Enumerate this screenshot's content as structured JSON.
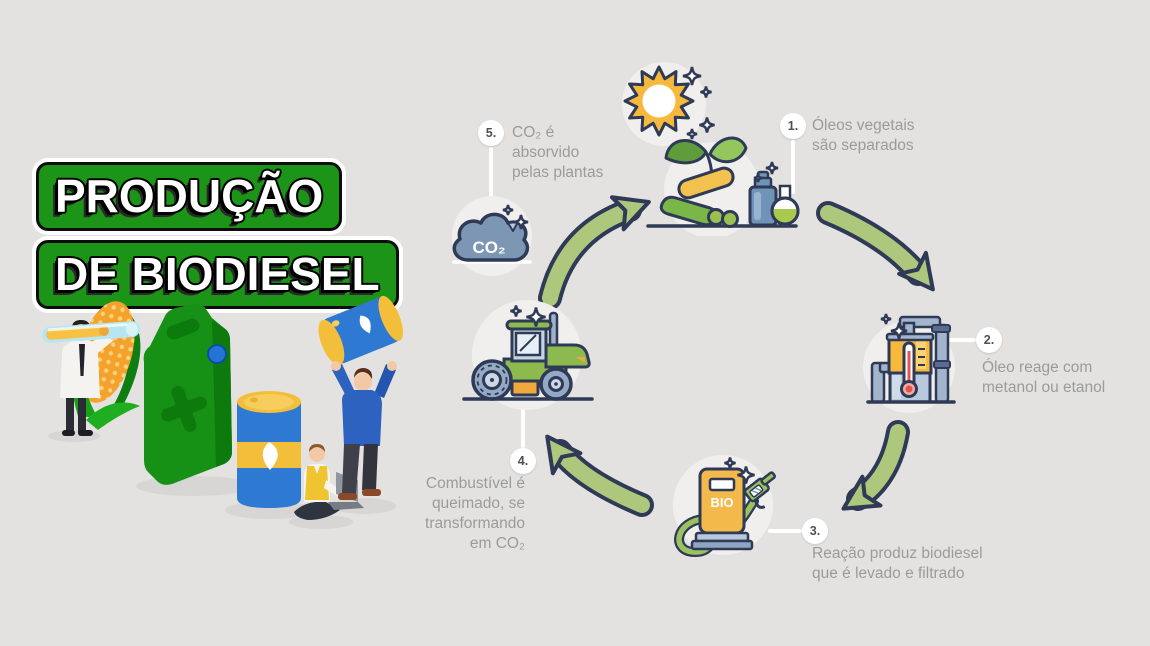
{
  "infographic": {
    "title_line1": "PRODUÇÃO",
    "title_line2": "DE BIODIESEL",
    "steps": [
      {
        "number": "1.",
        "text": "Óleos vegetais\nsão separados",
        "icon": "soybean-oils-icon"
      },
      {
        "number": "2.",
        "text": "Óleo reage com\nmetanol ou etanol",
        "icon": "reactor-vessel-icon"
      },
      {
        "number": "3.",
        "text": "Reação produz biodiesel\nque é levado e filtrado",
        "icon": "bio-fuel-pump-icon"
      },
      {
        "number": "4.",
        "text": "Combustível é\nqueimado, se\ntransformando\nem CO₂",
        "icon": "tractor-icon"
      },
      {
        "number": "5.",
        "text": "CO₂ é\nabsorvido\npelas plantas",
        "icon": "co2-cloud-icon"
      }
    ],
    "icon_labels": {
      "fuel_pump": "BIO",
      "co2_cloud": "CO₂"
    },
    "colors": {
      "background": "#e3e2e1",
      "banner_green": "#1b9417",
      "arrow_green": "#adc87c",
      "outline_navy": "#2e3a56",
      "step_text_gray": "#9b9b9b",
      "accent_orange": "#f6b93d",
      "cloud_blue_gray": "#7d96b3"
    }
  }
}
